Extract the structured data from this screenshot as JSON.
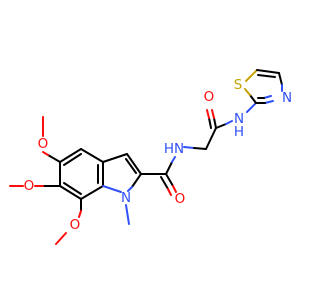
{
  "colors": {
    "bond": "#000000",
    "oxygen": "#ff0d0d",
    "nitrogen": "#3050f8",
    "sulfur": "#c6a300",
    "background": "#ffffff"
  },
  "atoms": {
    "amide_oxygen_1": "O",
    "amide_nh": "N",
    "amide_h": "H",
    "amide_oxygen_2": "O",
    "thiazole_nh": "N",
    "thiazole_nh_h": "H",
    "thiazole_sulfur": "S",
    "thiazole_nitrogen": "N",
    "methoxy_oxygen_5": "O",
    "methoxy_oxygen_6": "O",
    "methoxy_oxygen_7": "O",
    "indole_nitrogen": "N"
  }
}
